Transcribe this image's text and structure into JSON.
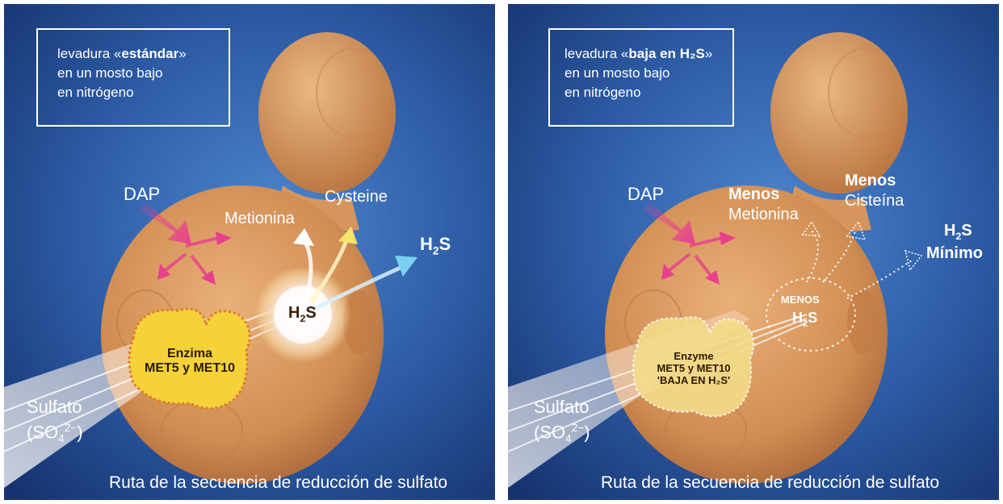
{
  "left_panel": {
    "box_prefix": "levadura «",
    "box_highlight": "estándar",
    "box_suffix": "»",
    "box_line2": "en un mosto bajo",
    "box_line3": "en nitrógeno",
    "dap": "DAP",
    "metionina": "Metionina",
    "cysteine": "Cysteine",
    "h2s_base": "H",
    "h2s_sub": "2",
    "h2s_tail": "S",
    "center_h2s_base": "H",
    "center_h2s_sub": "2",
    "center_h2s_tail": "S",
    "enzyme_line1": "Enzima",
    "enzyme_line2": "MET5 y MET10",
    "sulfato": "Sulfato",
    "sulfato_formula_open": "(SO",
    "sulfato_formula_sub": "4",
    "sulfato_formula_sup": "2−",
    "sulfato_formula_close": ")",
    "caption": "Ruta de la secuencia de reducción de sulfato"
  },
  "right_panel": {
    "box_prefix": "levadura «",
    "box_highlight": "baja en H₂S",
    "box_suffix": "»",
    "box_line2": "en un mosto bajo",
    "box_line3": "en nitrógeno",
    "dap": "DAP",
    "menos_1": "Menos",
    "metionina": "Metionina",
    "menos_2": "Menos",
    "cisteina": "Cisteína",
    "h2s_base": "H",
    "h2s_sub": "2",
    "h2s_tail": "S",
    "minimo": "Mínimo",
    "center_menos": "MENOS",
    "center_h2s_base": "H",
    "center_h2s_sub": "2",
    "center_h2s_tail": "S",
    "enzyme_line1": "Enzyme",
    "enzyme_line2": "MET5 y  MET10",
    "enzyme_line3": "'BAJA EN H₂S'",
    "sulfato": "Sulfato",
    "sulfato_formula_open": "(SO",
    "sulfato_formula_sub": "4",
    "sulfato_formula_sup": "2−",
    "sulfato_formula_close": ")",
    "caption": "Ruta de la secuencia de reducción de sulfato"
  },
  "colors": {
    "background_blue": "#2f5fa8",
    "cell_orange": "#d89a5e",
    "enzyme_yellow": "#f5d23a",
    "dap_pink": "#e8408f",
    "h2s_cyan": "#7ad0f0"
  }
}
